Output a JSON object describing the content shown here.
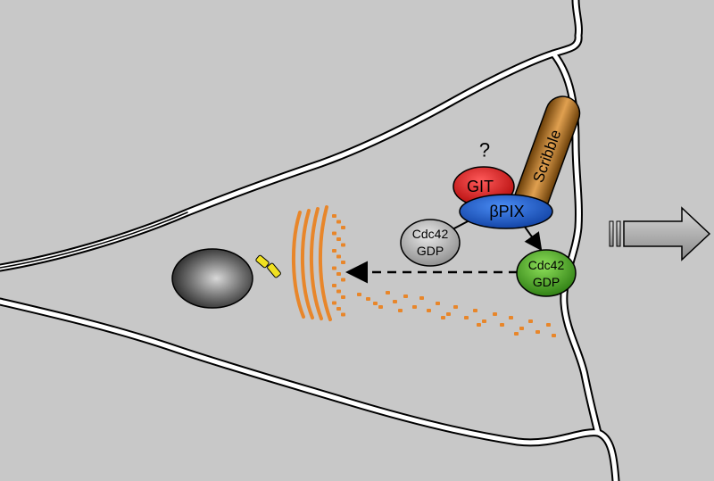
{
  "colors": {
    "background": "#c8c8c8",
    "membrane": "#ffffff",
    "golgi": "#e8862a",
    "git": "#d41a1a",
    "bpix": "#1f5fd0",
    "scribble": "#a0651a",
    "cdc42_inactive": "#a8a8a8",
    "cdc42_active": "#3fa01e",
    "centrosome": "#f0e020",
    "arrow": "#a0a0a0"
  },
  "labels": {
    "question": "?",
    "git": "GIT",
    "bpix": "βPIX",
    "scribble": "Scribble",
    "cdc42_left_1": "Cdc42",
    "cdc42_left_2": "GDP",
    "cdc42_right_1": "Cdc42",
    "cdc42_right_2": "GDP"
  },
  "icons": {
    "migration_arrow": "right-arrow-icon"
  }
}
